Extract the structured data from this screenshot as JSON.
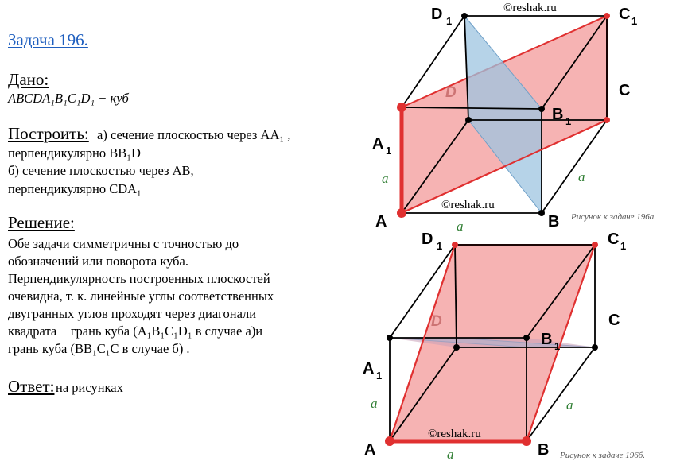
{
  "title": "Задача 196.",
  "given": {
    "heading": "Дано:",
    "text": "ABCDA₁B₁C₁D₁ − куб"
  },
  "construct": {
    "heading": "Построить:",
    "line1": " а) сечение плоскостью через AA₁ ,",
    "line2": "перпендикулярно BB₁D",
    "line3": "б) сечение плоскостью через AB,",
    "line4": "перпендикулярно CDA₁"
  },
  "solution": {
    "heading": "Решение:",
    "lines": [
      "Обе задачи симметричны с точностью до",
      "обозначений или поворота куба.",
      "Перпендикулярность построенных плоскостей",
      "очевидна, т. к. линейные углы соответственных",
      " двугранных углов проходят через диагонали",
      "квадрата  − грань куба (A₁B₁C₁D₁ в случае а)и",
      "грань куба (BB₁C₁C в случае б) ."
    ]
  },
  "answer": {
    "heading": "Ответ:",
    "text": " на рисунках"
  },
  "figure_a": {
    "caption": "Рисунок к задаче 196а.",
    "watermark_top": "©reshak.ru",
    "watermark_mid": "©reshak.ru",
    "labels": {
      "A": "A",
      "B": "B",
      "C": "C",
      "D": "D",
      "A1": "A",
      "B1": "B",
      "C1": "C",
      "D1": "D",
      "sub": "1"
    },
    "side_label": "a"
  },
  "figure_b": {
    "caption": "Рисунок к задаче 196б.",
    "watermark": "©reshak.ru",
    "labels": {
      "A": "A",
      "B": "B",
      "C": "C",
      "D": "D",
      "A1": "A",
      "B1": "B",
      "C1": "C",
      "D1": "D",
      "sub": "1"
    },
    "side_label": "a"
  },
  "colors": {
    "section_fill": "#f4a0a0",
    "section_edge": "#e03030",
    "blue_fill": "#9ec4e0",
    "link": "#1f5fbf",
    "side_label": "#2e7d32"
  }
}
